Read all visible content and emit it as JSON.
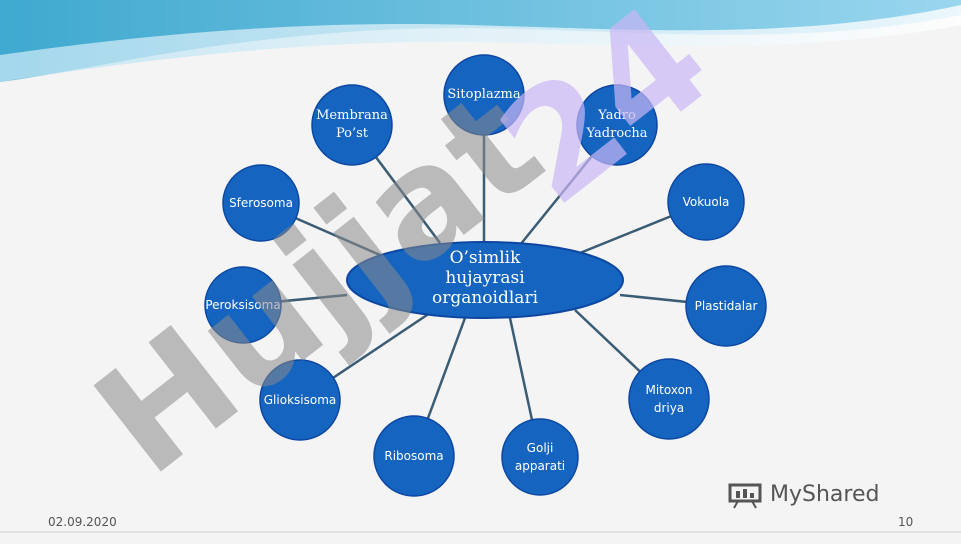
{
  "diagram": {
    "center": {
      "lines": [
        "O’simlik",
        "hujayrasi",
        "organoidlari"
      ]
    },
    "nodes": [
      {
        "id": "sitoplazma",
        "lines": [
          "Sitoplazma"
        ]
      },
      {
        "id": "yadro",
        "lines": [
          "Yadro",
          "Yadrocha"
        ]
      },
      {
        "id": "vokuola",
        "lines": [
          "Vokuola"
        ]
      },
      {
        "id": "plastidalar",
        "lines": [
          "Plastidalar"
        ]
      },
      {
        "id": "mitoxondriya",
        "lines": [
          "Mitoxon",
          "driya"
        ]
      },
      {
        "id": "golji",
        "lines": [
          "Golji",
          "apparati"
        ]
      },
      {
        "id": "ribosoma",
        "lines": [
          "Ribosoma"
        ]
      },
      {
        "id": "glioksisoma",
        "lines": [
          "Glioksisoma"
        ]
      },
      {
        "id": "peroksisoma",
        "lines": [
          "Peroksisoma"
        ]
      },
      {
        "id": "sferosoma",
        "lines": [
          "Sferosoma"
        ]
      },
      {
        "id": "membrana",
        "lines": [
          "Membrana",
          "Po’st"
        ]
      }
    ]
  },
  "watermark": {
    "text": "Hujjat",
    "number": "24"
  },
  "footer": {
    "date": "02.09.2020",
    "page": "10"
  },
  "logo": {
    "text": "MyShared"
  },
  "colors": {
    "node": "#1565c0",
    "node_dark": "#0d47a1",
    "connector": "#3a5c74",
    "watermark": "#8a8a8a",
    "watermark_accent": "#c9b6f5"
  }
}
